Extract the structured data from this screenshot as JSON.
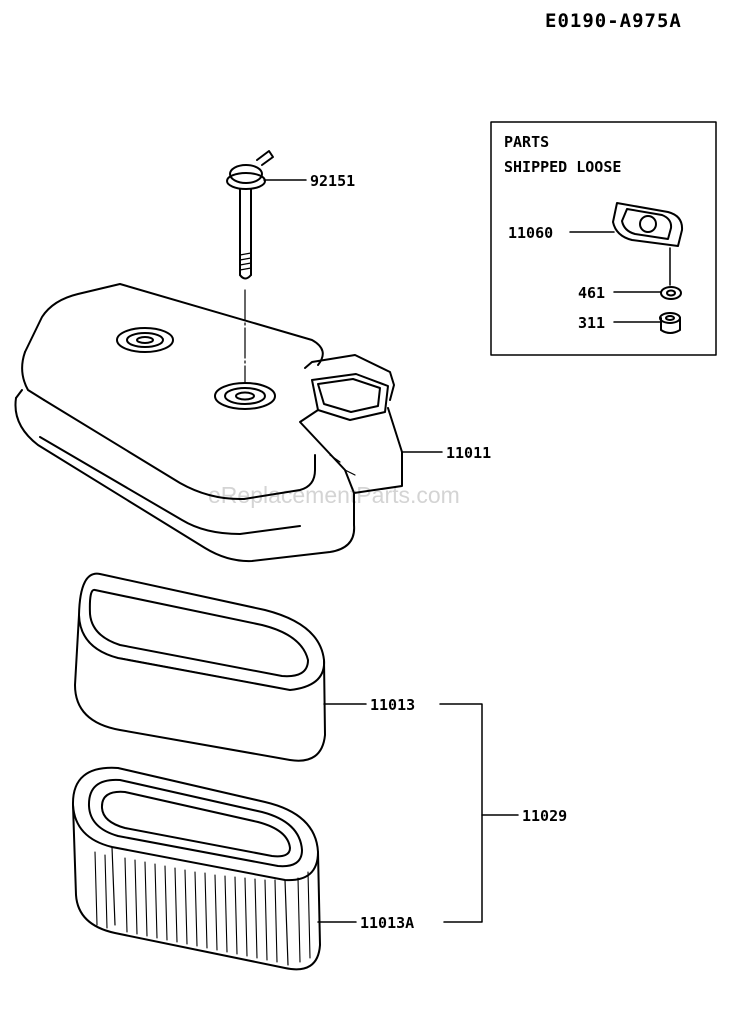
{
  "diagram": {
    "id": "E0190-A975A",
    "watermark": "eReplacementParts.com",
    "box": {
      "title_line1": "PARTS",
      "title_line2": "SHIPPED LOOSE"
    },
    "parts": {
      "bolt": "92151",
      "gasket": "11060",
      "washer": "461",
      "nut": "311",
      "cover": "11011",
      "element": "11013",
      "assembly": "11029",
      "filter": "11013A"
    }
  }
}
